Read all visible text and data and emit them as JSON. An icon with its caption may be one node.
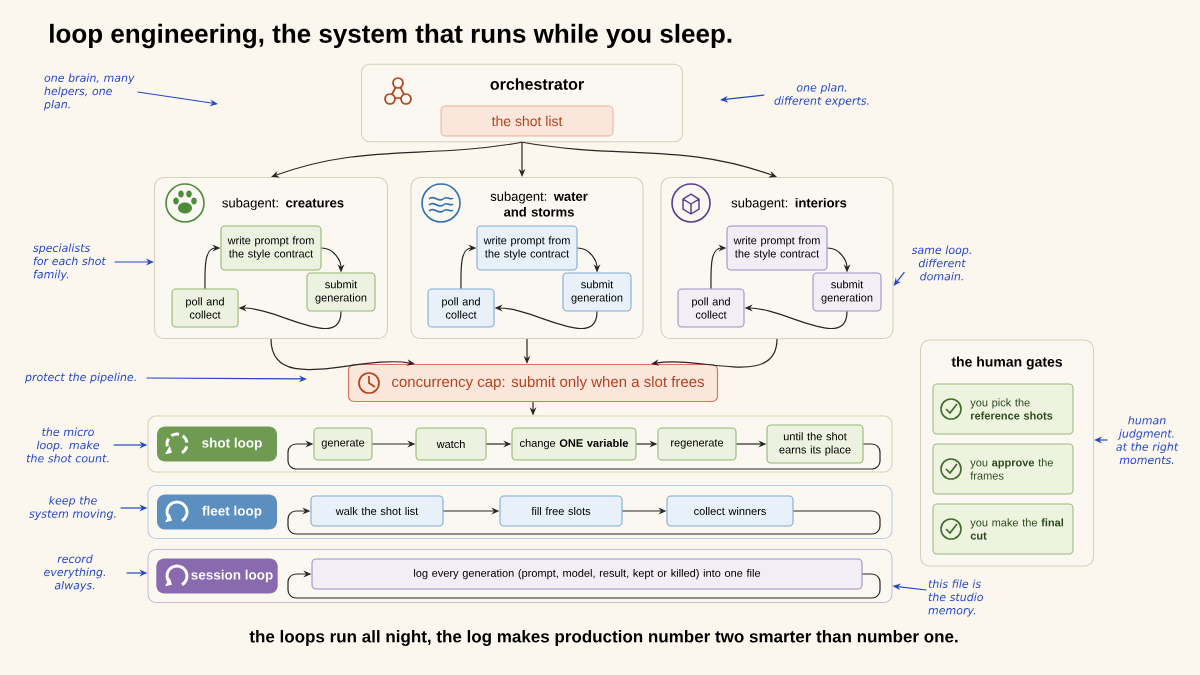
{
  "diagram": {
    "title": "loop engineering, the system that runs while you sleep.",
    "caption": "the loops run all night, the log makes production number two smarter than number one.",
    "nodes": [
      {
        "text": [
          "orchestrator"
        ]
      },
      {
        "text": [
          "the shot list"
        ],
        "in": 0
      },
      {
        "text": [
          "subagent: **creatures**"
        ]
      },
      {
        "text": [
          "write prompt from the style contract"
        ],
        "in": 2
      },
      {
        "text": [
          "submit generation"
        ],
        "in": 2
      },
      {
        "text": [
          "poll and collect"
        ],
        "in": 2
      },
      {
        "text": [
          "subagent: **water and storms**"
        ]
      },
      {
        "text": [
          "write prompt from the style contract"
        ],
        "in": 6
      },
      {
        "text": [
          "submit generation"
        ],
        "in": 6
      },
      {
        "text": [
          "poll and collect"
        ],
        "in": 6
      },
      {
        "text": [
          "subagent: **interiors**"
        ]
      },
      {
        "text": [
          "write prompt from the style contract"
        ],
        "in": 10
      },
      {
        "text": [
          "submit generation"
        ],
        "in": 10
      },
      {
        "text": [
          "poll and collect"
        ],
        "in": 10
      },
      {
        "text": [
          "concurrency cap: submit only when a slot frees"
        ]
      },
      {
        "text": [],
        "shape": "box"
      },
      {
        "text": [
          "shot loop"
        ],
        "in": 15
      },
      {
        "text": [
          "generate"
        ],
        "in": 15
      },
      {
        "text": [
          "watch"
        ],
        "in": 15
      },
      {
        "text": [
          "change **ONE variable**"
        ],
        "in": 15
      },
      {
        "text": [
          "regenerate"
        ],
        "in": 15
      },
      {
        "text": [
          "until the shot earns its place"
        ],
        "in": 15
      },
      {
        "text": [],
        "shape": "box"
      },
      {
        "text": [
          "fleet loop"
        ],
        "in": 22
      },
      {
        "text": [
          "walk the shot list"
        ],
        "in": 22
      },
      {
        "text": [
          "fill free slots"
        ],
        "in": 22
      },
      {
        "text": [
          "collect winners"
        ],
        "in": 22
      },
      {
        "text": [],
        "shape": "box"
      },
      {
        "text": [
          "session loop"
        ],
        "in": 27
      },
      {
        "text": [
          "log every generation (prompt, model, result, kept or killed) into one file"
        ],
        "in": 27
      },
      {
        "text": [
          "the human gates"
        ]
      },
      {
        "text": [
          "you pick the **reference shots**"
        ],
        "in": 30
      },
      {
        "text": [
          "you **approve** the frames"
        ],
        "in": 30
      },
      {
        "text": [
          "you make the **final cut**"
        ],
        "in": 30
      },
      {
        "text": [
          "one brain, many helpers, one plan."
        ]
      },
      {
        "text": [
          "one plan. different experts."
        ]
      },
      {
        "text": [
          "specialists for each shot family."
        ]
      },
      {
        "text": [
          "same loop. different domain."
        ]
      },
      {
        "text": [
          "protect the pipeline."
        ]
      },
      {
        "text": [
          "the micro loop. make the shot count."
        ]
      },
      {
        "text": [
          "keep the system moving."
        ]
      },
      {
        "text": [
          "record everything. always."
        ]
      },
      {
        "text": [
          "human judgment. at the right moments."
        ]
      },
      {
        "text": [
          "this file is the studio memory."
        ]
      }
    ],
    "edges": [
      {
        "from": 0,
        "to": 2,
        "arrow": "to"
      },
      {
        "from": 0,
        "to": 6,
        "arrow": "to"
      },
      {
        "from": 0,
        "to": 10,
        "arrow": "to"
      },
      {
        "from": 3,
        "to": 4,
        "arrow": "to"
      },
      {
        "from": 4,
        "to": 5,
        "arrow": "to"
      },
      {
        "from": 5,
        "to": 3,
        "arrow": "to"
      },
      {
        "from": 7,
        "to": 8,
        "arrow": "to"
      },
      {
        "from": 8,
        "to": 9,
        "arrow": "to"
      },
      {
        "from": 9,
        "to": 7,
        "arrow": "to"
      },
      {
        "from": 11,
        "to": 12,
        "arrow": "to"
      },
      {
        "from": 12,
        "to": 13,
        "arrow": "to"
      },
      {
        "from": 13,
        "to": 11,
        "arrow": "to"
      },
      {
        "from": 2,
        "to": 14,
        "arrow": "to"
      },
      {
        "from": 6,
        "to": 14,
        "arrow": "to"
      },
      {
        "from": 10,
        "to": 14,
        "arrow": "to"
      },
      {
        "from": 14,
        "to": 15,
        "arrow": "to"
      },
      {
        "from": 17,
        "to": 18,
        "arrow": "to"
      },
      {
        "from": 18,
        "to": 19,
        "arrow": "to"
      },
      {
        "from": 19,
        "to": 20,
        "arrow": "to"
      },
      {
        "from": 20,
        "to": 21,
        "arrow": "to"
      },
      {
        "from": 21,
        "to": 17,
        "arrow": "to"
      },
      {
        "from": 24,
        "to": 25,
        "arrow": "to"
      },
      {
        "from": 25,
        "to": 26,
        "arrow": "to"
      },
      {
        "from": 26,
        "to": 24,
        "arrow": "to"
      },
      {
        "from": 29,
        "to": 29,
        "arrow": "to"
      },
      {
        "from": 34,
        "to": null,
        "arrow": "to",
        "color": "#2447c4"
      },
      {
        "from": 35,
        "to": null,
        "arrow": "to",
        "color": "#2447c4"
      },
      {
        "from": 36,
        "to": 2,
        "arrow": "to",
        "color": "#2447c4"
      },
      {
        "from": 37,
        "to": 10,
        "arrow": "to",
        "color": "#2447c4"
      },
      {
        "from": 38,
        "to": null,
        "arrow": "to",
        "color": "#2447c4"
      },
      {
        "from": 39,
        "to": 15,
        "arrow": "to",
        "color": "#2447c4"
      },
      {
        "from": 40,
        "to": 22,
        "arrow": "to",
        "color": "#2447c4"
      },
      {
        "from": 41,
        "to": 27,
        "arrow": "to",
        "color": "#2447c4"
      },
      {
        "from": 42,
        "to": 30,
        "arrow": "to",
        "color": "#2447c4"
      },
      {
        "from": 43,
        "to": 27,
        "arrow": "to",
        "color": "#2447c4"
      }
    ]
  }
}
